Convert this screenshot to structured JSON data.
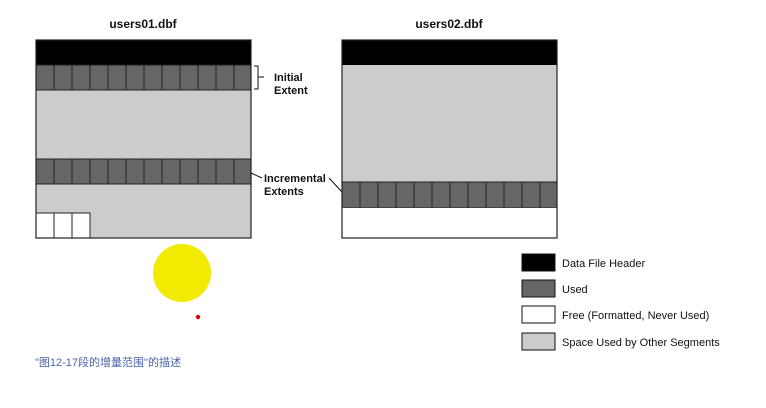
{
  "files": [
    {
      "name": "users01.dbf"
    },
    {
      "name": "users02.dbf"
    }
  ],
  "annotations": {
    "initial_extent": [
      "Initial",
      "Extent"
    ],
    "incremental_extents": [
      "Incremental",
      "Extents"
    ]
  },
  "legend": [
    {
      "label": "Data File Header",
      "color": "#000000"
    },
    {
      "label": "Used",
      "color": "#666666"
    },
    {
      "label": "Free (Formatted, Never Used)",
      "color": "#ffffff"
    },
    {
      "label": "Space Used by Other Segments",
      "color": "#cccccc"
    }
  ],
  "caption": "\"图12-17段的增量范围\"的描述",
  "colors": {
    "header": "#000000",
    "used": "#666666",
    "free": "#ffffff",
    "other": "#cccccc",
    "cursor_highlight": "#f2ea00",
    "cursor_dot": "#e00000"
  }
}
